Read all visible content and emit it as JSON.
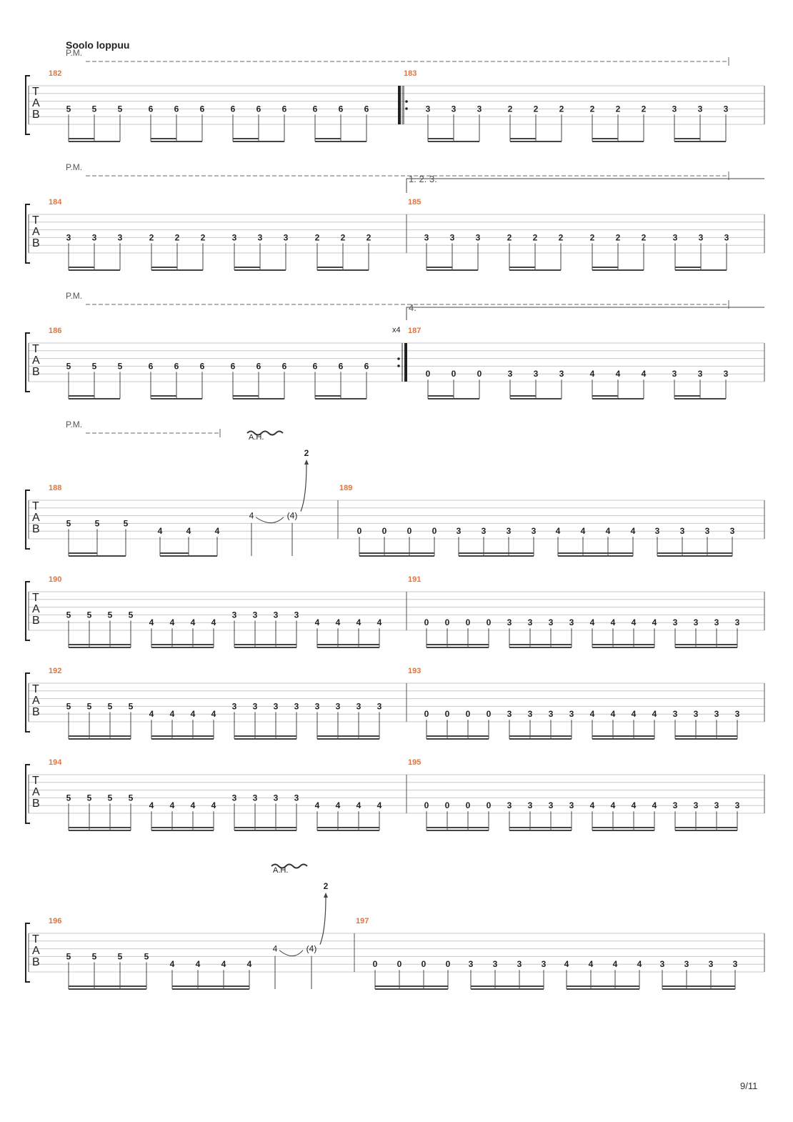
{
  "section_label": "Soolo loppuu",
  "palm_mute_label": "P.M.",
  "harmonic_label": "A.H.",
  "tab_letters": [
    "T",
    "A",
    "B"
  ],
  "volta_first": "1. 2. 3.",
  "volta_last": "4.",
  "repeat_count": "x4",
  "bend_amount": "2",
  "page_number": "9/11",
  "colors": {
    "measure_number": "#e8733a",
    "ink": "#222222",
    "staff_line": "#c8c8c8"
  },
  "measures": [
    {
      "number": "182",
      "notes": [
        "5",
        "5",
        "5",
        "6",
        "6",
        "6",
        "6",
        "6",
        "6",
        "6",
        "6",
        "6"
      ]
    },
    {
      "number": "183",
      "notes": [
        "3",
        "3",
        "3",
        "2",
        "2",
        "2",
        "2",
        "2",
        "2",
        "3",
        "3",
        "3"
      ]
    },
    {
      "number": "184",
      "notes": [
        "3",
        "3",
        "3",
        "2",
        "2",
        "2",
        "3",
        "3",
        "3",
        "2",
        "2",
        "2"
      ]
    },
    {
      "number": "185",
      "notes": [
        "3",
        "3",
        "3",
        "2",
        "2",
        "2",
        "2",
        "2",
        "2",
        "3",
        "3",
        "3"
      ]
    },
    {
      "number": "186",
      "notes": [
        "5",
        "5",
        "5",
        "6",
        "6",
        "6",
        "6",
        "6",
        "6",
        "6",
        "6",
        "6"
      ]
    },
    {
      "number": "187",
      "notes": [
        "0",
        "0",
        "0",
        "3",
        "3",
        "3",
        "4",
        "4",
        "4",
        "3",
        "3",
        "3"
      ]
    },
    {
      "number": "188",
      "notes": [
        "5",
        "5",
        "5",
        "4",
        "4",
        "4"
      ],
      "bend_from": "4",
      "bend_to": "(4)"
    },
    {
      "number": "189",
      "notes": [
        "0",
        "0",
        "0",
        "0",
        "3",
        "3",
        "3",
        "3",
        "4",
        "4",
        "4",
        "4",
        "3",
        "3",
        "3",
        "3"
      ]
    },
    {
      "number": "190",
      "notes": [
        "5",
        "5",
        "5",
        "5",
        "4",
        "4",
        "4",
        "4",
        "3",
        "3",
        "3",
        "3",
        "4",
        "4",
        "4",
        "4"
      ]
    },
    {
      "number": "191",
      "notes": [
        "0",
        "0",
        "0",
        "0",
        "3",
        "3",
        "3",
        "3",
        "4",
        "4",
        "4",
        "4",
        "3",
        "3",
        "3",
        "3"
      ]
    },
    {
      "number": "192",
      "notes": [
        "5",
        "5",
        "5",
        "5",
        "4",
        "4",
        "4",
        "4",
        "3",
        "3",
        "3",
        "3",
        "3",
        "3",
        "3",
        "3"
      ]
    },
    {
      "number": "193",
      "notes": [
        "0",
        "0",
        "0",
        "0",
        "3",
        "3",
        "3",
        "3",
        "4",
        "4",
        "4",
        "4",
        "3",
        "3",
        "3",
        "3"
      ]
    },
    {
      "number": "194",
      "notes": [
        "5",
        "5",
        "5",
        "5",
        "4",
        "4",
        "4",
        "4",
        "3",
        "3",
        "3",
        "3",
        "4",
        "4",
        "4",
        "4"
      ]
    },
    {
      "number": "195",
      "notes": [
        "0",
        "0",
        "0",
        "0",
        "3",
        "3",
        "3",
        "3",
        "4",
        "4",
        "4",
        "4",
        "3",
        "3",
        "3",
        "3"
      ]
    },
    {
      "number": "196",
      "notes": [
        "5",
        "5",
        "5",
        "5",
        "4",
        "4",
        "4",
        "4"
      ],
      "bend_from": "4",
      "bend_to": "(4)"
    },
    {
      "number": "197",
      "notes": [
        "0",
        "0",
        "0",
        "0",
        "3",
        "3",
        "3",
        "3",
        "4",
        "4",
        "4",
        "4",
        "3",
        "3",
        "3",
        "3"
      ]
    }
  ]
}
